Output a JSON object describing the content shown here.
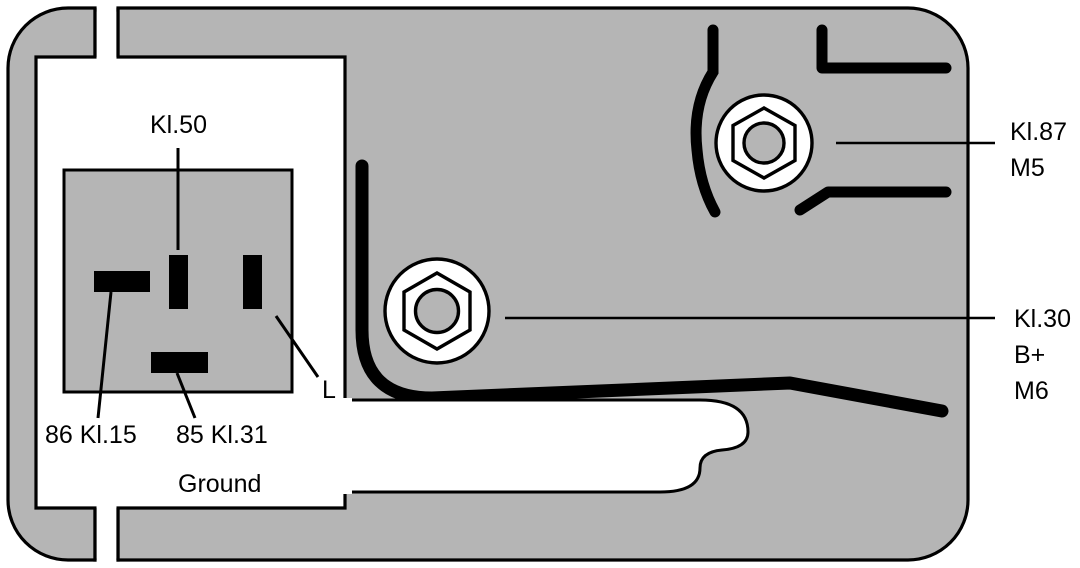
{
  "diagram": {
    "title": "Relay / Regulator Terminal Identification Diagram",
    "colors": {
      "body_gray": "#b5b5b5",
      "outline_black": "#000000",
      "cutout_white": "#ffffff",
      "bolt_white": "#ffffff"
    },
    "labels": {
      "kl50": "Kl.50",
      "kl87": "Kl.87",
      "kl87_size": "M5",
      "kl30": "Kl.30",
      "kl30_polarity": "B+",
      "kl30_size": "M6",
      "terminal_l": "L",
      "terminal_86": "86 Kl.15",
      "terminal_85": "85 Kl.31",
      "ground": "Ground"
    },
    "components": {
      "housing_name": "regulator-housing",
      "connector_block_name": "connector-socket-block",
      "bolt_upper_name": "bolt-kl87-m5",
      "bolt_lower_name": "bolt-kl30-m6",
      "cable_name": "battery-cable",
      "mounting_slot_top": "mounting-slot-top",
      "mounting_slot_bottom": "mounting-slot-bottom",
      "keyhole": "keyhole-cutout"
    },
    "terminals": [
      {
        "id": "86",
        "label": "86 Kl.15",
        "shape": "horizontal-blade",
        "position": "left"
      },
      {
        "id": "50",
        "label": "Kl.50",
        "shape": "vertical-blade",
        "position": "center"
      },
      {
        "id": "L",
        "label": "L",
        "shape": "vertical-blade",
        "position": "right"
      },
      {
        "id": "85",
        "label": "85 Kl.31",
        "shape": "horizontal-blade",
        "position": "bottom-center"
      }
    ],
    "studs": [
      {
        "id": "Kl.87",
        "thread": "M5",
        "position": "upper-right"
      },
      {
        "id": "Kl.30",
        "thread": "M6",
        "polarity": "B+",
        "position": "center-right"
      }
    ]
  }
}
